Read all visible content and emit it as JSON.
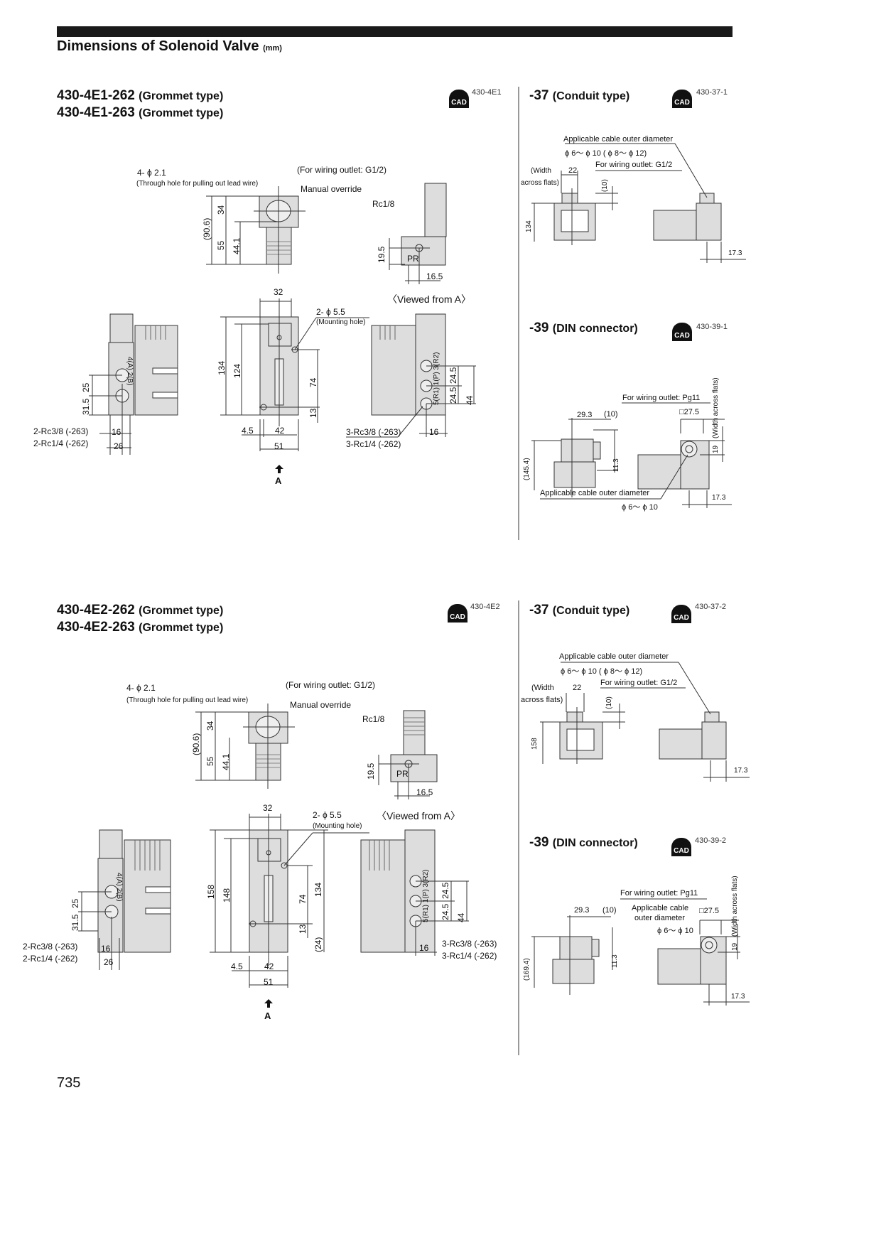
{
  "page": {
    "title": "Dimensions of Solenoid Valve",
    "unit": "(mm)",
    "page_number": "735"
  },
  "s1": {
    "heading1": {
      "model": "430-4E1-262",
      "type": "(Grommet type)"
    },
    "heading2": {
      "model": "430-4E1-263",
      "type": "(Grommet type)"
    },
    "cad": {
      "icon": "CAD",
      "code": "430-4E1"
    },
    "labels": [
      "4- ϕ 2.1",
      "(Through hole for pulling out lead wire)",
      "(For wiring outlet: G1/2)",
      "Manual override",
      "Rc1/8",
      "34",
      "(90.6)",
      "55",
      "44.1",
      "19.5",
      "PR",
      "16.5",
      "〈Viewed from A〉",
      "32",
      "2- ϕ 5.5",
      "(Mounting hole)",
      "134",
      "124",
      "74",
      "13",
      "25",
      "31.5",
      "2-Rc3/8 (-263)",
      "2-Rc1/4 (-262)",
      "16",
      "26",
      "4.5",
      "42",
      "51",
      "3-Rc3/8 (-263)",
      "3-Rc1/4 (-262)",
      "16",
      "24.5",
      "24.5",
      "44",
      "4(A)  2(B)",
      "5(R1) 1(P) 3(R2)",
      "A"
    ],
    "conduit": {
      "heading": "-37",
      "type": "(Conduit type)",
      "cad_code": "430-37-1",
      "labels": [
        "Applicable cable outer diameter",
        "ϕ 6〜 ϕ 10 ( ϕ 8〜 ϕ 12)",
        "For wiring outlet: G1/2",
        "(Width",
        "across flats)",
        "22",
        "(10)",
        "134",
        "17.3"
      ]
    },
    "din": {
      "heading": "-39",
      "type": "(DIN connector)",
      "cad_code": "430-39-1",
      "labels": [
        "For wiring outlet: Pg11",
        "29.3",
        "(10)",
        "□27.5",
        "(Width across flats)",
        "19",
        "(145.4)",
        "11.3",
        "Applicable cable outer diameter",
        "ϕ 6〜 ϕ 10",
        "17.3"
      ]
    }
  },
  "s2": {
    "heading1": {
      "model": "430-4E2-262",
      "type": "(Grommet type)"
    },
    "heading2": {
      "model": "430-4E2-263",
      "type": "(Grommet type)"
    },
    "cad": {
      "icon": "CAD",
      "code": "430-4E2"
    },
    "labels": [
      "4- ϕ 2.1",
      "(Through hole for pulling out lead wire)",
      "(For wiring outlet: G1/2)",
      "Manual override",
      "Rc1/8",
      "34",
      "(90.6)",
      "55",
      "44.1",
      "19.5",
      "PR",
      "16.5",
      "〈Viewed from A〉",
      "32",
      "2- ϕ 5.5",
      "(Mounting hole)",
      "158",
      "148",
      "74",
      "134",
      "13",
      "(24)",
      "25",
      "31.5",
      "2-Rc3/8 (-263)",
      "2-Rc1/4 (-262)",
      "16",
      "26",
      "4.5",
      "42",
      "51",
      "3-Rc3/8 (-263)",
      "3-Rc1/4 (-262)",
      "16",
      "24.5",
      "24.5",
      "44",
      "4(A)  2(B)",
      "5(R1) 1(P) 3(R2)",
      "A"
    ],
    "conduit": {
      "heading": "-37",
      "type": "(Conduit type)",
      "cad_code": "430-37-2",
      "labels": [
        "Applicable cable outer diameter",
        "ϕ 6〜 ϕ 10 ( ϕ 8〜 ϕ 12)",
        "For wiring outlet: G1/2",
        "(Width",
        "across flats)",
        "22",
        "(10)",
        "158",
        "17.3"
      ]
    },
    "din": {
      "heading": "-39",
      "type": "(DIN connector)",
      "cad_code": "430-39-2",
      "labels": [
        "For wiring outlet: Pg11",
        "29.3",
        "(10)",
        "Applicable cable",
        "outer diameter",
        "ϕ 6〜 ϕ 10",
        "□27.5",
        "(Width across flats)",
        "19",
        "(169.4)",
        "11.3",
        "17.3"
      ]
    }
  }
}
